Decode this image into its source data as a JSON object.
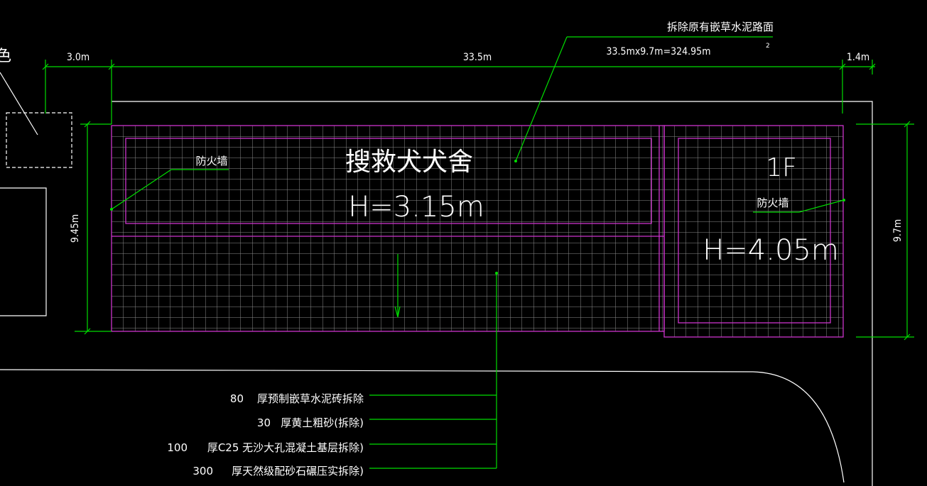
{
  "drawing": {
    "background": "#000000",
    "colors": {
      "green": "#00dd00",
      "magenta": "#cc33cc",
      "grid": "#8c8c8c",
      "white": "#ffffff"
    },
    "dimensions": {
      "top_left": "3.0m",
      "top_middle": "33.5m",
      "top_right": "1.4m",
      "left_height": "9.45m",
      "right_height": "9.7m"
    },
    "area_callout": {
      "title": "拆除原有嵌草水泥路面",
      "formula": "33.5mx9.7m=324.95m",
      "superscript": "2"
    },
    "room_left": {
      "name": "搜救犬犬舍",
      "height": "H=3.15m",
      "wall_label": "防火墙"
    },
    "room_right": {
      "floor": "1F",
      "height": "H=4.05m",
      "wall_label": "防火墙"
    },
    "layers": [
      {
        "thickness": "80",
        "text": "厚预制嵌草水泥砖拆除"
      },
      {
        "thickness": "30",
        "text": "厚黄土粗砂(拆除)"
      },
      {
        "thickness": "100",
        "text": "厚C25  无沙大孔混凝土基层拆除)"
      },
      {
        "thickness": "300",
        "text": "厚天然级配砂石碾压实拆除)"
      }
    ],
    "edge_glyph": "色"
  }
}
